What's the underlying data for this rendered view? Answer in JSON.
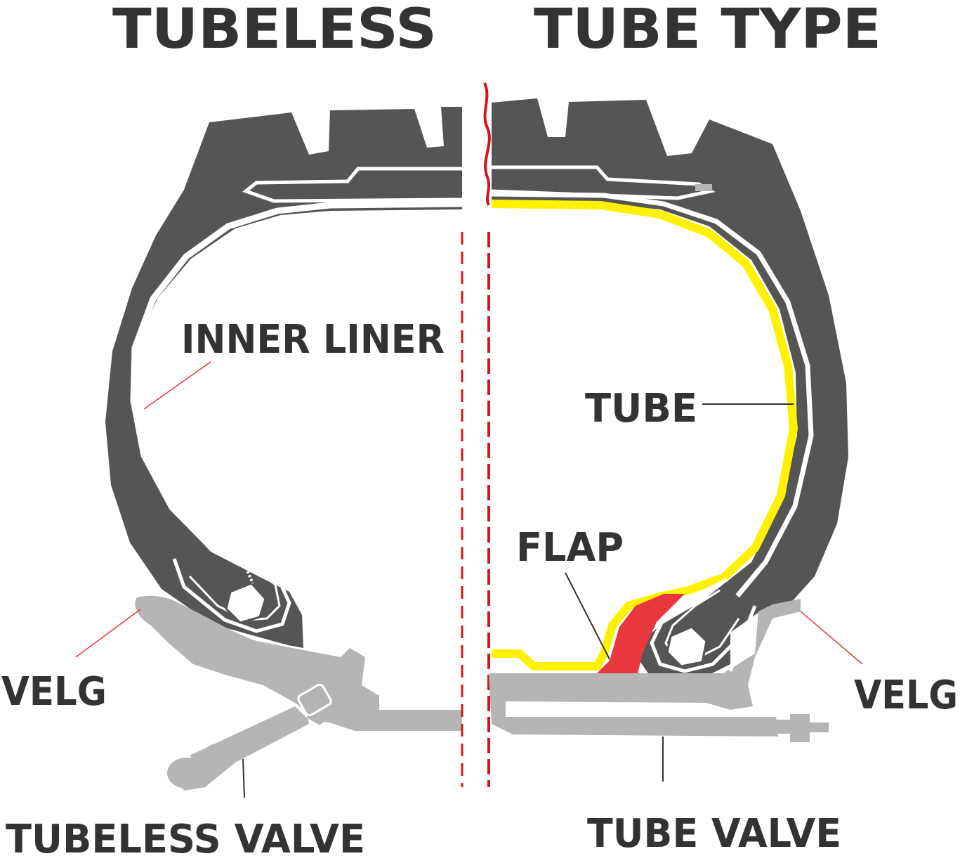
{
  "titles": {
    "left": "TUBELESS",
    "right": "TUBE TYPE"
  },
  "labels": {
    "inner_liner": "INNER LINER",
    "tube": "TUBE",
    "flap": "FLAP",
    "velg_left": "VELG",
    "velg_right": "VELG",
    "tubeless_valve": "TUBELESS VALVE",
    "tube_valve": "TUBE VALVE"
  },
  "colors": {
    "tire": "#555555",
    "liner": "#ffffff",
    "rim": "#b5b5b5",
    "tube": "#fff200",
    "flap": "#e8383d",
    "divider": "#d7141a",
    "leader_red": "#e8383d",
    "leader_dark": "#333333",
    "text": "#333333"
  }
}
